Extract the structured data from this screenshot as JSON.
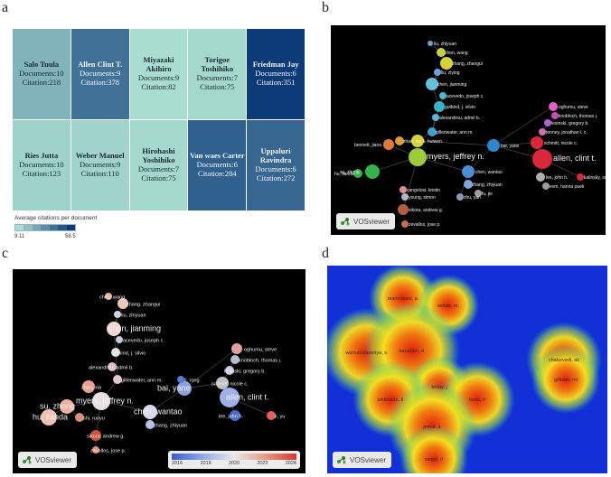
{
  "panels": {
    "a": "a",
    "b": "b",
    "c": "c",
    "d": "d"
  },
  "chart_data": [
    {
      "type": "heatmap",
      "panel": "a",
      "cells": [
        {
          "name": "Salo Tuula",
          "documents_label": "Documents:10",
          "citation_label": "Citation:218",
          "documents": 10,
          "citations": 218
        },
        {
          "name": "Allen Clint T.",
          "documents_label": "Documents:9",
          "citation_label": "Citation:378",
          "documents": 9,
          "citations": 378
        },
        {
          "name": "Miyazaki Akihiro",
          "documents_label": "Documents:9",
          "citation_label": "Citation:82",
          "documents": 9,
          "citations": 82
        },
        {
          "name": "Torigoe Toshihiko",
          "documents_label": "Documents:7",
          "citation_label": "Citation:75",
          "documents": 7,
          "citations": 75
        },
        {
          "name": "Friedman Jay",
          "documents_label": "Documents:6",
          "citation_label": "Citation:351",
          "documents": 6,
          "citations": 351
        },
        {
          "name": "Ries Jutta",
          "documents_label": "Documents:10",
          "citation_label": "Citation:123",
          "documents": 10,
          "citations": 123
        },
        {
          "name": "Weber Manuel",
          "documents_label": "Documents:9",
          "citation_label": "Citation:110",
          "documents": 9,
          "citations": 110
        },
        {
          "name": "Hirohashi Yoshihiko",
          "documents_label": "Documents:7",
          "citation_label": "Citation:75",
          "documents": 7,
          "citations": 75
        },
        {
          "name": "Van waes Carter",
          "documents_label": "Documents:6",
          "citation_label": "Citation:284",
          "documents": 6,
          "citations": 284
        },
        {
          "name": "Uppaluri Ravindra",
          "documents_label": "Documents:6",
          "citation_label": "Citation:272",
          "documents": 6,
          "citations": 272
        }
      ],
      "legend": {
        "title": "Average citations per document",
        "min": "9.11",
        "max": "58.5",
        "min_value": 9.11,
        "max_value": 58.5
      },
      "colors": {
        "low": "#a9ddd0",
        "high": "#0d3b7a"
      }
    },
    {
      "type": "scatter",
      "panel": "b",
      "style": "network",
      "labels": [
        "liu, zhiyuan",
        "chen, wang",
        "zhang, zhangui",
        "liu, ziying",
        "chen, jianming",
        "acevedo, joseph c.",
        "gutkind, j. silvio",
        "alexandrou, admil b.",
        "gillenwater, ann m.",
        "bennett, jiana",
        "zhao, xia",
        "li, huiwen",
        "myers, jeffrey n.",
        "su, zhong",
        "hu, lianda",
        "bai, yane",
        "chen, wantao",
        "zhang, zhiyuan",
        "cangelosi, kristin",
        "young, simon",
        "sikora, andrew g.",
        "zevallos, jose p.",
        "zhu, yan",
        "fu, jie",
        "oghumu, steve",
        "knobloch, thomas j.",
        "lesinski, gregory b.",
        "tenney, jonathan l. c.",
        "schmitt, nicole c.",
        "allen, clint t.",
        "lee, john h.",
        "exm, hanna paek",
        "kalinsky, sri"
      ],
      "badge": "VOSviewer"
    },
    {
      "type": "scatter",
      "panel": "c",
      "style": "overlay",
      "labels": [
        "chen, wang",
        "zhang, zhangui",
        "liu, zhiyuan",
        "chen, jianming",
        "acevedo, joseph c.",
        "gutkind, j. silvio",
        "alexandrou, admil b.",
        "gillenwater, ann m.",
        "zhao, xia",
        "myers, jeffrey n.",
        "su, zhong",
        "shi, ruoyu",
        "hu, lianda",
        "bai, yane",
        "chen, wantao",
        "zhang, zhiyuan",
        "sikora, andrew g.",
        "zevallos, jose p.",
        "li, rong",
        "oghumu, steve",
        "knobloch, thomas j.",
        "lesinski, gregory b.",
        "schmitt, nicole c.",
        "allen, clint t.",
        "lee, john h.",
        "li, yu"
      ],
      "timebar": {
        "ticks": [
          "2016",
          "2018",
          "2020",
          "2022",
          "2024"
        ],
        "min": 2016,
        "max": 2024
      },
      "badge": "VOSviewer"
    },
    {
      "type": "heatmap",
      "panel": "d",
      "style": "density",
      "labels": [
        "mannovani, a.",
        "weber, m.",
        "warnakulasuriya, s.",
        "hanahan, d.",
        "chaturvedi, ak",
        "gillison, ml",
        "ferlay, j",
        "whiteside, tl",
        "ferris, rl",
        "jemal, a",
        "siegel, rl"
      ],
      "badge": "VOSviewer"
    }
  ]
}
